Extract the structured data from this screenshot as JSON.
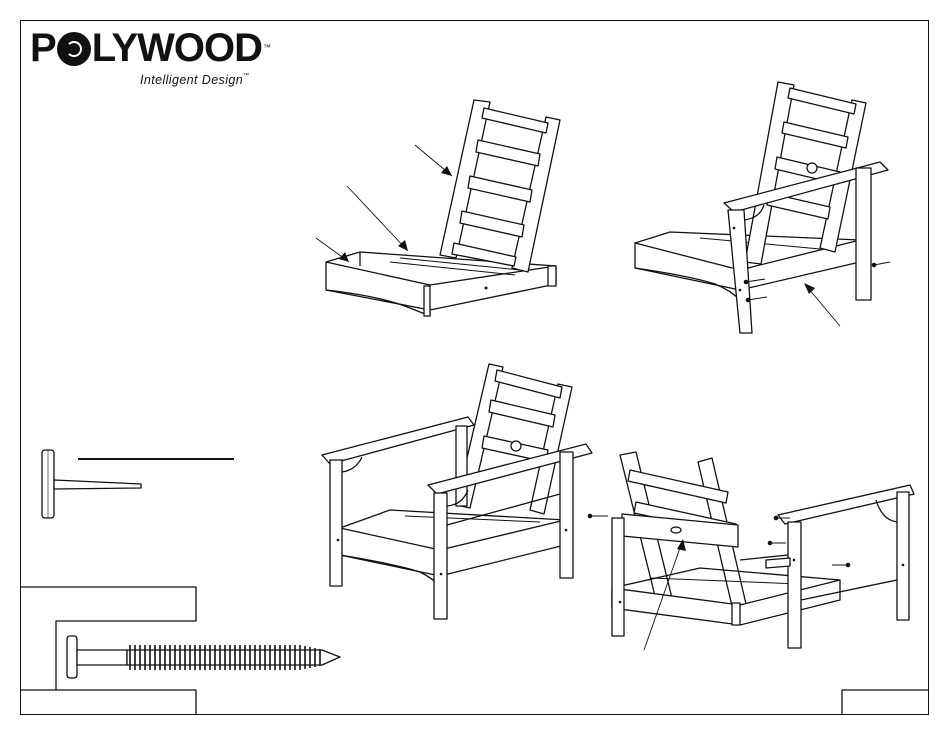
{
  "logo": {
    "brand_before_mark": "P",
    "brand_after_mark": "LYWOOD",
    "trademark": "™",
    "tagline": "Intelligent Design",
    "tagline_trademark": "™",
    "mark_icon": "recycle-icon"
  },
  "figures": [
    {
      "id": "step-1",
      "subject": "chair-back-and-seat-frame"
    },
    {
      "id": "step-2",
      "subject": "chair-with-one-arm-attached"
    },
    {
      "id": "step-3",
      "subject": "assembled-chair"
    },
    {
      "id": "step-4",
      "subject": "chair-reclined-underside"
    }
  ],
  "tools": {
    "hex_key_icon": "allen-wrench-icon",
    "bolt_icon": "screw-icon"
  },
  "colors": {
    "ink": "#111111",
    "paper": "#ffffff"
  }
}
